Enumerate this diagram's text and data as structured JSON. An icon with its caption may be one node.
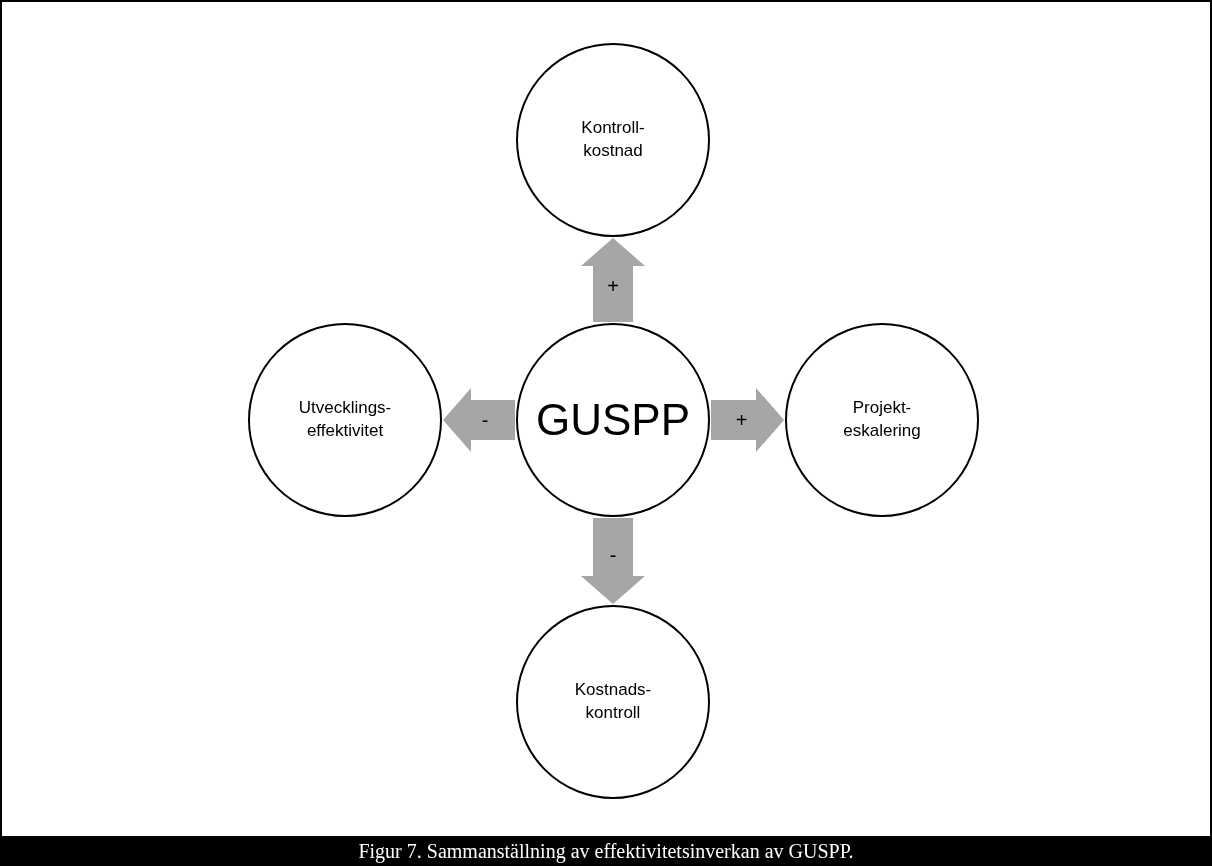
{
  "diagram": {
    "caption": "Figur 7. Sammanställning av effektivitetsinverkan av GUSPP.",
    "nodes": [
      {
        "text": [
          "GUSPP"
        ]
      },
      {
        "text": [
          "Kontroll- kostnad"
        ]
      },
      {
        "text": [
          "Projekt- eskalering"
        ]
      },
      {
        "text": [
          "Kostnads- kontroll"
        ]
      },
      {
        "text": [
          "Utvecklings- effektivitet"
        ]
      }
    ],
    "edges": [
      {
        "from": 0,
        "to": 1,
        "arrow": "to",
        "label": "+"
      },
      {
        "from": 0,
        "to": 2,
        "arrow": "to",
        "label": "+"
      },
      {
        "from": 0,
        "to": 3,
        "arrow": "to",
        "label": "-"
      },
      {
        "from": 0,
        "to": 4,
        "arrow": "to",
        "label": "-"
      }
    ]
  }
}
